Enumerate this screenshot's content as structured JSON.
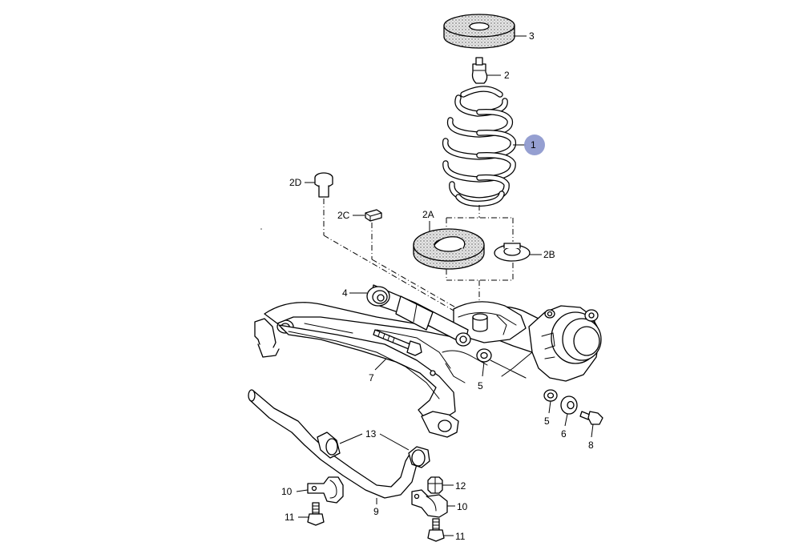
{
  "callouts": {
    "c1": "1",
    "c2": "2",
    "c2a": "2A",
    "c2b": "2B",
    "c2c": "2C",
    "c2d": "2D",
    "c3": "3",
    "c4": "4",
    "c5a": "5",
    "c5b": "5",
    "c6": "6",
    "c7": "7",
    "c8": "8",
    "c9": "9",
    "c10a": "10",
    "c10b": "10",
    "c11a": "11",
    "c11b": "11",
    "c12": "12",
    "c13": "13"
  },
  "colors": {
    "highlight": "#8a95cc",
    "line": "#000000",
    "background": "#ffffff"
  }
}
